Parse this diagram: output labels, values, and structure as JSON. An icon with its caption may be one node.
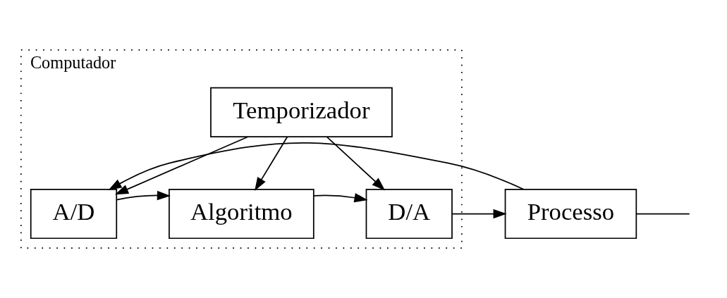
{
  "diagram": {
    "nodes": [
      {
        "text": [
          "Computador"
        ]
      },
      {
        "text": [
          "Temporizador"
        ],
        "in": 0
      },
      {
        "text": [
          "A/D"
        ],
        "in": 0
      },
      {
        "text": [
          "Algoritmo"
        ],
        "in": 0
      },
      {
        "text": [
          "D/A"
        ],
        "in": 0
      },
      {
        "text": [
          "Processo"
        ]
      }
    ],
    "edges": [
      {
        "from": 1,
        "to": 2,
        "arrow": "to"
      },
      {
        "from": 1,
        "to": 3,
        "arrow": "to"
      },
      {
        "from": 1,
        "to": 4,
        "arrow": "to"
      },
      {
        "from": 2,
        "to": 3,
        "arrow": "to"
      },
      {
        "from": 3,
        "to": 4,
        "arrow": "to"
      },
      {
        "from": 4,
        "to": 5,
        "arrow": "to"
      },
      {
        "from": 5,
        "to": null,
        "arrow": "none"
      },
      {
        "from": 5,
        "to": 2,
        "arrow": "to"
      }
    ]
  }
}
